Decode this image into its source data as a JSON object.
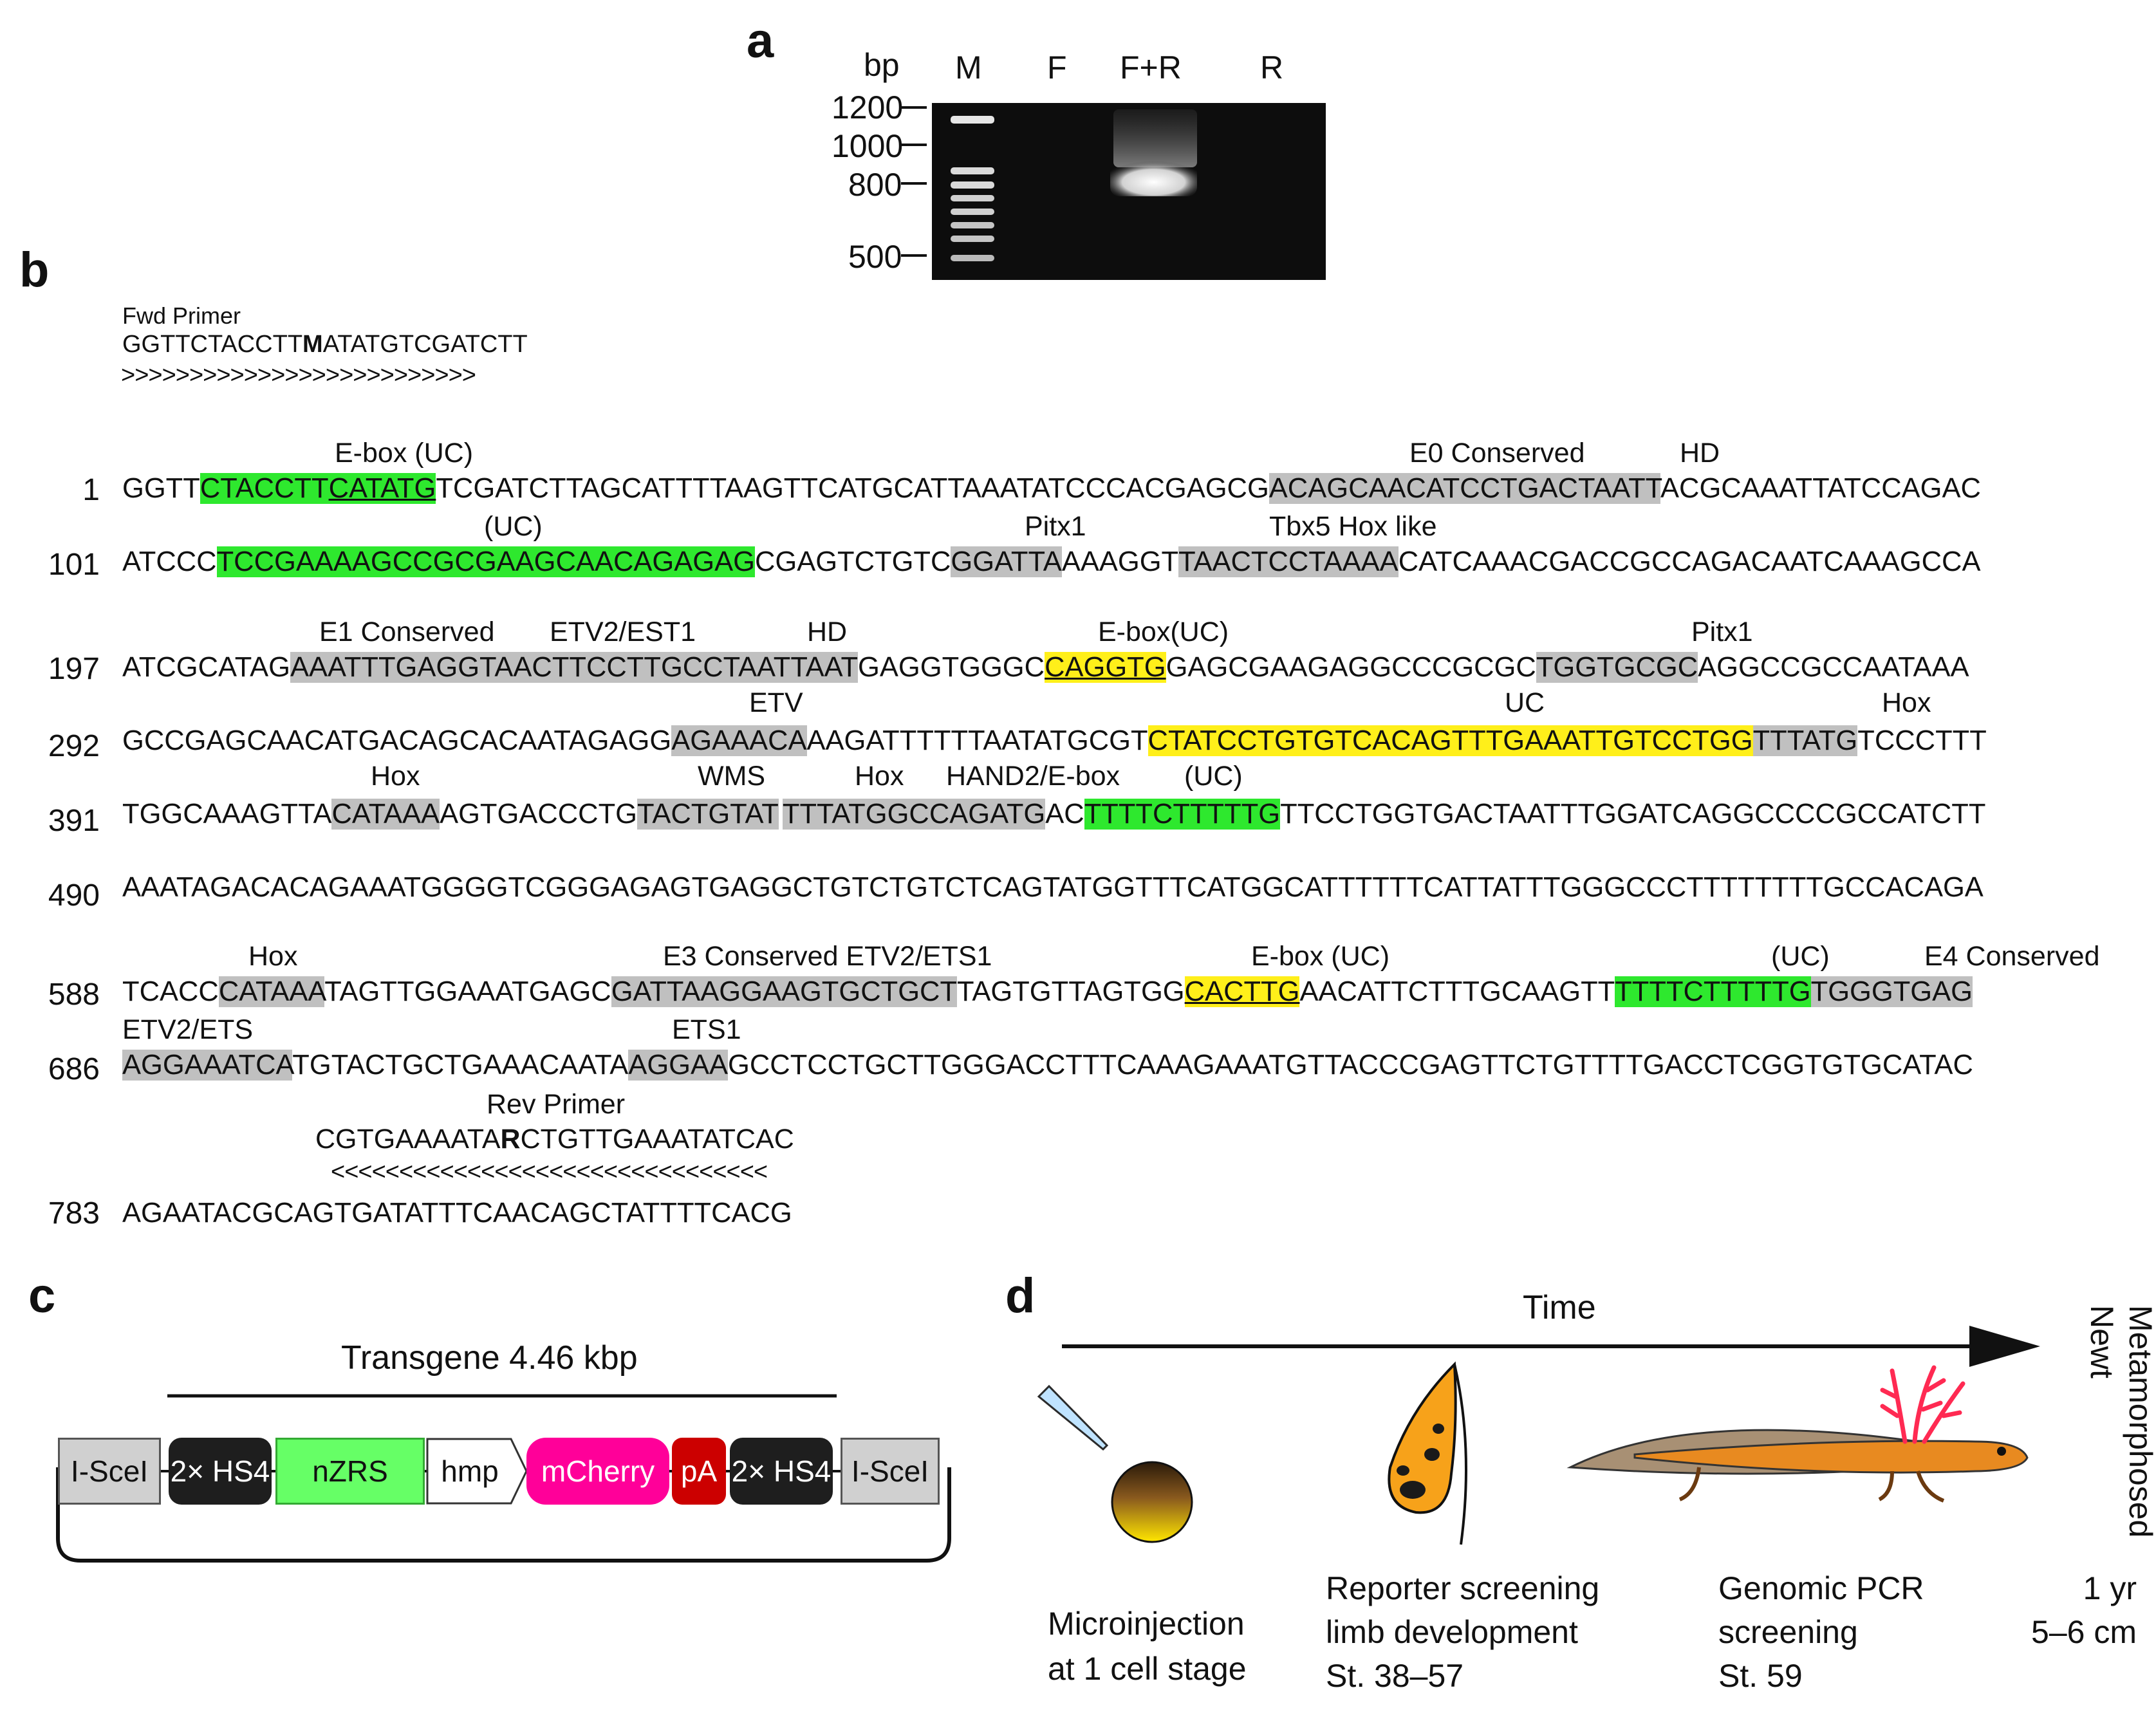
{
  "panel_a": {
    "letter": "a",
    "bp_label": "bp",
    "lanes": [
      "M",
      "F",
      "F+R",
      "R"
    ],
    "markers": [
      "1200",
      "1000",
      "800",
      "500"
    ]
  },
  "panel_b": {
    "letter": "b",
    "fwd_primer_title": "Fwd Primer",
    "fwd_primer_pre": "GGTTCTACCTT",
    "fwd_primer_bold": "M",
    "fwd_primer_post": "ATATGTCGATCTT",
    "fwd_arrows": ">>>>>>>>>>>>>>>>>>>>>>>>>>",
    "rev_primer_title": "Rev Primer",
    "rev_primer_pre": "CGTGAAAATA",
    "rev_primer_bold": "R",
    "rev_primer_post": "CTGTTGAAATATCAC",
    "rev_arrows": "<<<<<<<<<<<<<<<<<<<<<<<<<<<<<<<<",
    "line_numbers": [
      "1",
      "101",
      "197",
      "292",
      "391",
      "490",
      "588",
      "686",
      "783"
    ],
    "annotations": [
      "E-box (UC)",
      "E0 Conserved",
      "HD",
      "(UC)",
      "Pitx1",
      "Tbx5 Hox like",
      "E1 Conserved",
      "ETV2/EST1",
      "HD",
      "E-box(UC)",
      "Pitx1",
      "ETV",
      "UC",
      "Hox",
      "Hox",
      "WMS",
      "Hox",
      "HAND2/E-box",
      "(UC)",
      "Hox",
      "E3 Conserved ETV2/ETS1",
      "E-box (UC)",
      "(UC)",
      "E4 Conserved",
      "ETV2/ETS",
      "ETS1"
    ],
    "seq": {
      "l1": [
        "GGTT",
        "CTACCTT",
        "CATATG",
        "TCGATCTTAGCATTTTAAGTTCATGCATTAAATATCCCACGAGCG",
        "ACAGCAACATCCTGACTAATT",
        "ACGCAAATTATCCAGAC"
      ],
      "l2": [
        "ATCCC",
        "TCCGAAAAGCCGCGAAGCAACAGAGAG",
        "CGAGTCTGTC",
        "GGATTA",
        "AAAGGT",
        "TAACTCCTAAAA",
        "CATCAAACGACCGCCAGACAATCAAAGCCA"
      ],
      "l3": [
        "ATCGCATAG",
        "AAATTTGAGGTAACTTCCTTGCCTAATTAAT",
        "GAGGTGGGC",
        "CAGGTG",
        "GAGCGAAGAGGCCCGCGC",
        "TGGTGCGC",
        "AGGCCGCCAATAAA"
      ],
      "l4": [
        "GCCGAGCAACATGACAGCACAATAGAGG",
        "AGAAACA",
        "AAGATTTTTTAATATGCGT",
        "CTATCCTGTGTCACAGTTTGAAATTGTCCTGG",
        "TTTATG",
        "TCCCTTT"
      ],
      "l5": [
        "TGGCAAAGTTA",
        "CATAAA",
        "AGTGACCCTG",
        "TACTGTAT",
        "TTTATG",
        "GCCAGATG",
        "AC",
        "TTTTCTTTTTG",
        "TTCCTGGTGACTAATTTGGATCAGGCCCCGCCATCTT"
      ],
      "l6": [
        "AAATAGACACAGAAATGGGGTCGGGAGAGTGAGGCTGTCTGTCTCAGTATGGTTTCATGGCATTTTTTCATTATTTGGGCCCTTTTTTTTGCCACAGA"
      ],
      "l7": [
        "TCACC",
        "CATAAA",
        "TAGTTGGAAATGAGC",
        "GATTAAGGAAGTGCTGCT",
        "TAGTGTTAGTGG",
        "CACTTG",
        "AACATTCTTTGCAAGTT",
        "TTTTCTTTTTG",
        "TGGGTGAG"
      ],
      "l8": [
        "AGGAAATCA",
        "TGTACTGCTGAAACAATA",
        "AGGAA",
        "GCCTCCTGCTTGGGACCTTTCAAAGAAATGTTACCCGAGTTCTGTTTTGACCTCGGTGTGCATAC"
      ],
      "l9": [
        "AGAATACGCAGTGATATTTCAACAGCTATTTTCACG"
      ]
    }
  },
  "panel_c": {
    "letter": "c",
    "title": "Transgene 4.46 kbp",
    "elements": [
      "I-SceI",
      "2× HS4",
      "nZRS",
      "hmp",
      "mCherry",
      "pA",
      "2× HS4",
      "I-SceI"
    ],
    "colors": {
      "isce": "#d0d0d0",
      "hs4": "#1e1e1e",
      "nzrs": "#66ff66",
      "hmp": "#ffffff",
      "mcherry": "#ff0099",
      "pa": "#cc0000"
    }
  },
  "panel_d": {
    "letter": "d",
    "time_label": "Time",
    "final_label_1": "Metamorphosed",
    "final_label_2": "Newt",
    "stages": [
      {
        "l1": "Microinjection",
        "l2": "at 1 cell stage"
      },
      {
        "l1": "Reporter screening",
        "l2": "limb development",
        "l3": "St. 38–57"
      },
      {
        "l1": "Genomic PCR",
        "l2": "screening",
        "l3": "St. 59"
      },
      {
        "l1": "1 yr",
        "l2": "5–6 cm"
      }
    ]
  },
  "colors": {
    "green": "#2ee82e",
    "grey": "#c0c0c0",
    "yellow": "#ffef1a"
  }
}
